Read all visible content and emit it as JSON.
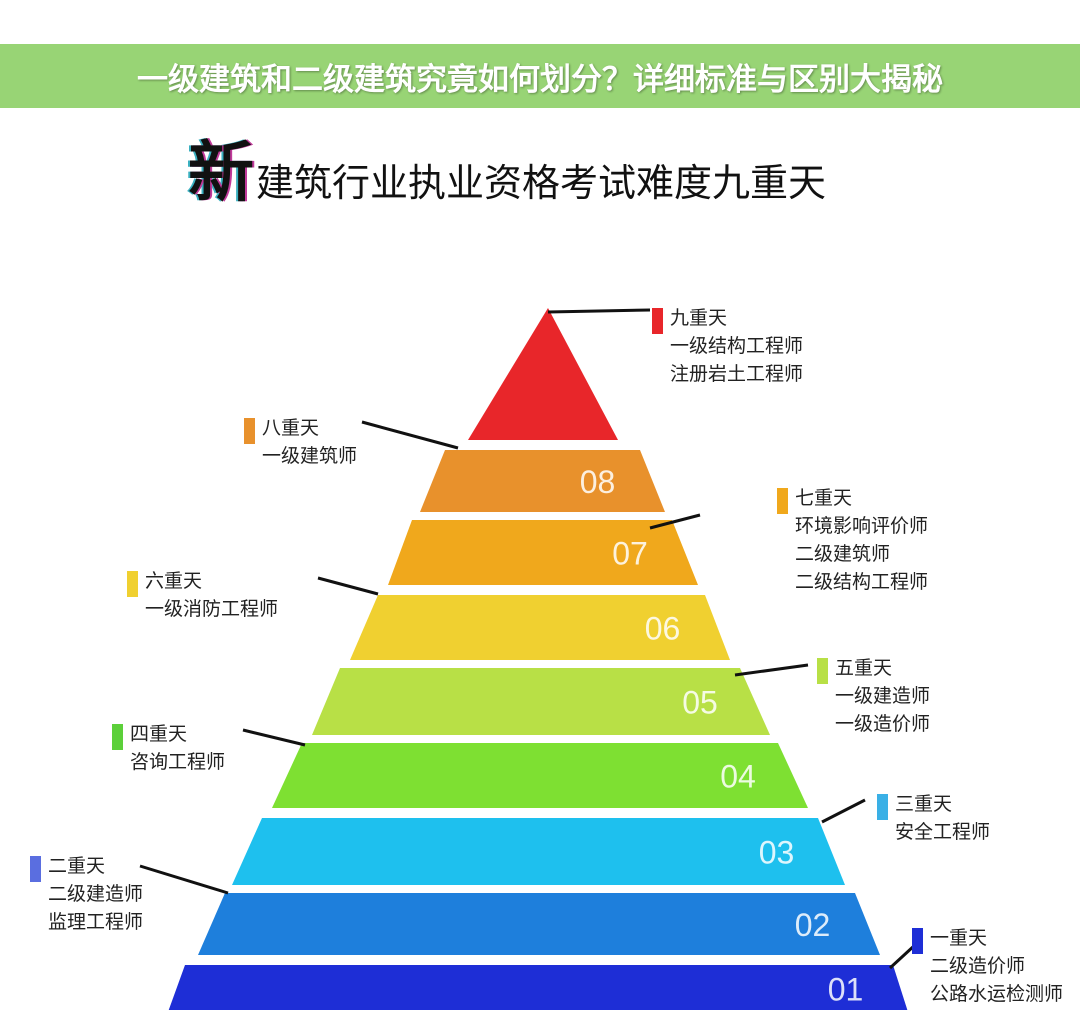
{
  "title": {
    "first_char": "新",
    "rest": "建筑行业执业资格考试难度九重天"
  },
  "tiers": [
    {
      "num": "",
      "color": "#e8262a"
    },
    {
      "num": "08",
      "color": "#e8912c"
    },
    {
      "num": "07",
      "color": "#f0a81c"
    },
    {
      "num": "06",
      "color": "#f0d030"
    },
    {
      "num": "05",
      "color": "#b8e046"
    },
    {
      "num": "04",
      "color": "#7ee032"
    },
    {
      "num": "03",
      "color": "#1ec0ee"
    },
    {
      "num": "02",
      "color": "#1e7fdc"
    },
    {
      "num": "01",
      "color": "#1e2ed6"
    }
  ],
  "labels": [
    {
      "heading": "九重天",
      "items": [
        "一级结构工程师",
        "注册岩土工程师"
      ],
      "color": "#e8262a"
    },
    {
      "heading": "八重天",
      "items": [
        "一级建筑师"
      ],
      "color": "#e8912c"
    },
    {
      "heading": "七重天",
      "items": [
        "环境影响评价师",
        "二级建筑师",
        "二级结构工程师"
      ],
      "color": "#f0a81c"
    },
    {
      "heading": "六重天",
      "items": [
        "一级消防工程师"
      ],
      "color": "#f0d030"
    },
    {
      "heading": "五重天",
      "items": [
        "一级建造师",
        "一级造价师"
      ],
      "color": "#b8e046"
    },
    {
      "heading": "四重天",
      "items": [
        "咨询工程师"
      ],
      "color": "#5cd03a"
    },
    {
      "heading": "三重天",
      "items": [
        "安全工程师"
      ],
      "color": "#3ab0e6"
    },
    {
      "heading": "二重天",
      "items": [
        "二级建造师",
        "监理工程师"
      ],
      "color": "#5a6ee0"
    },
    {
      "heading": "一重天",
      "items": [
        "二级造价师",
        "公路水运检测师"
      ],
      "color": "#1e2ed6"
    }
  ],
  "banner": {
    "text": "一级建筑和二级建筑究竟如何划分？详细标准与区别大揭秘"
  }
}
